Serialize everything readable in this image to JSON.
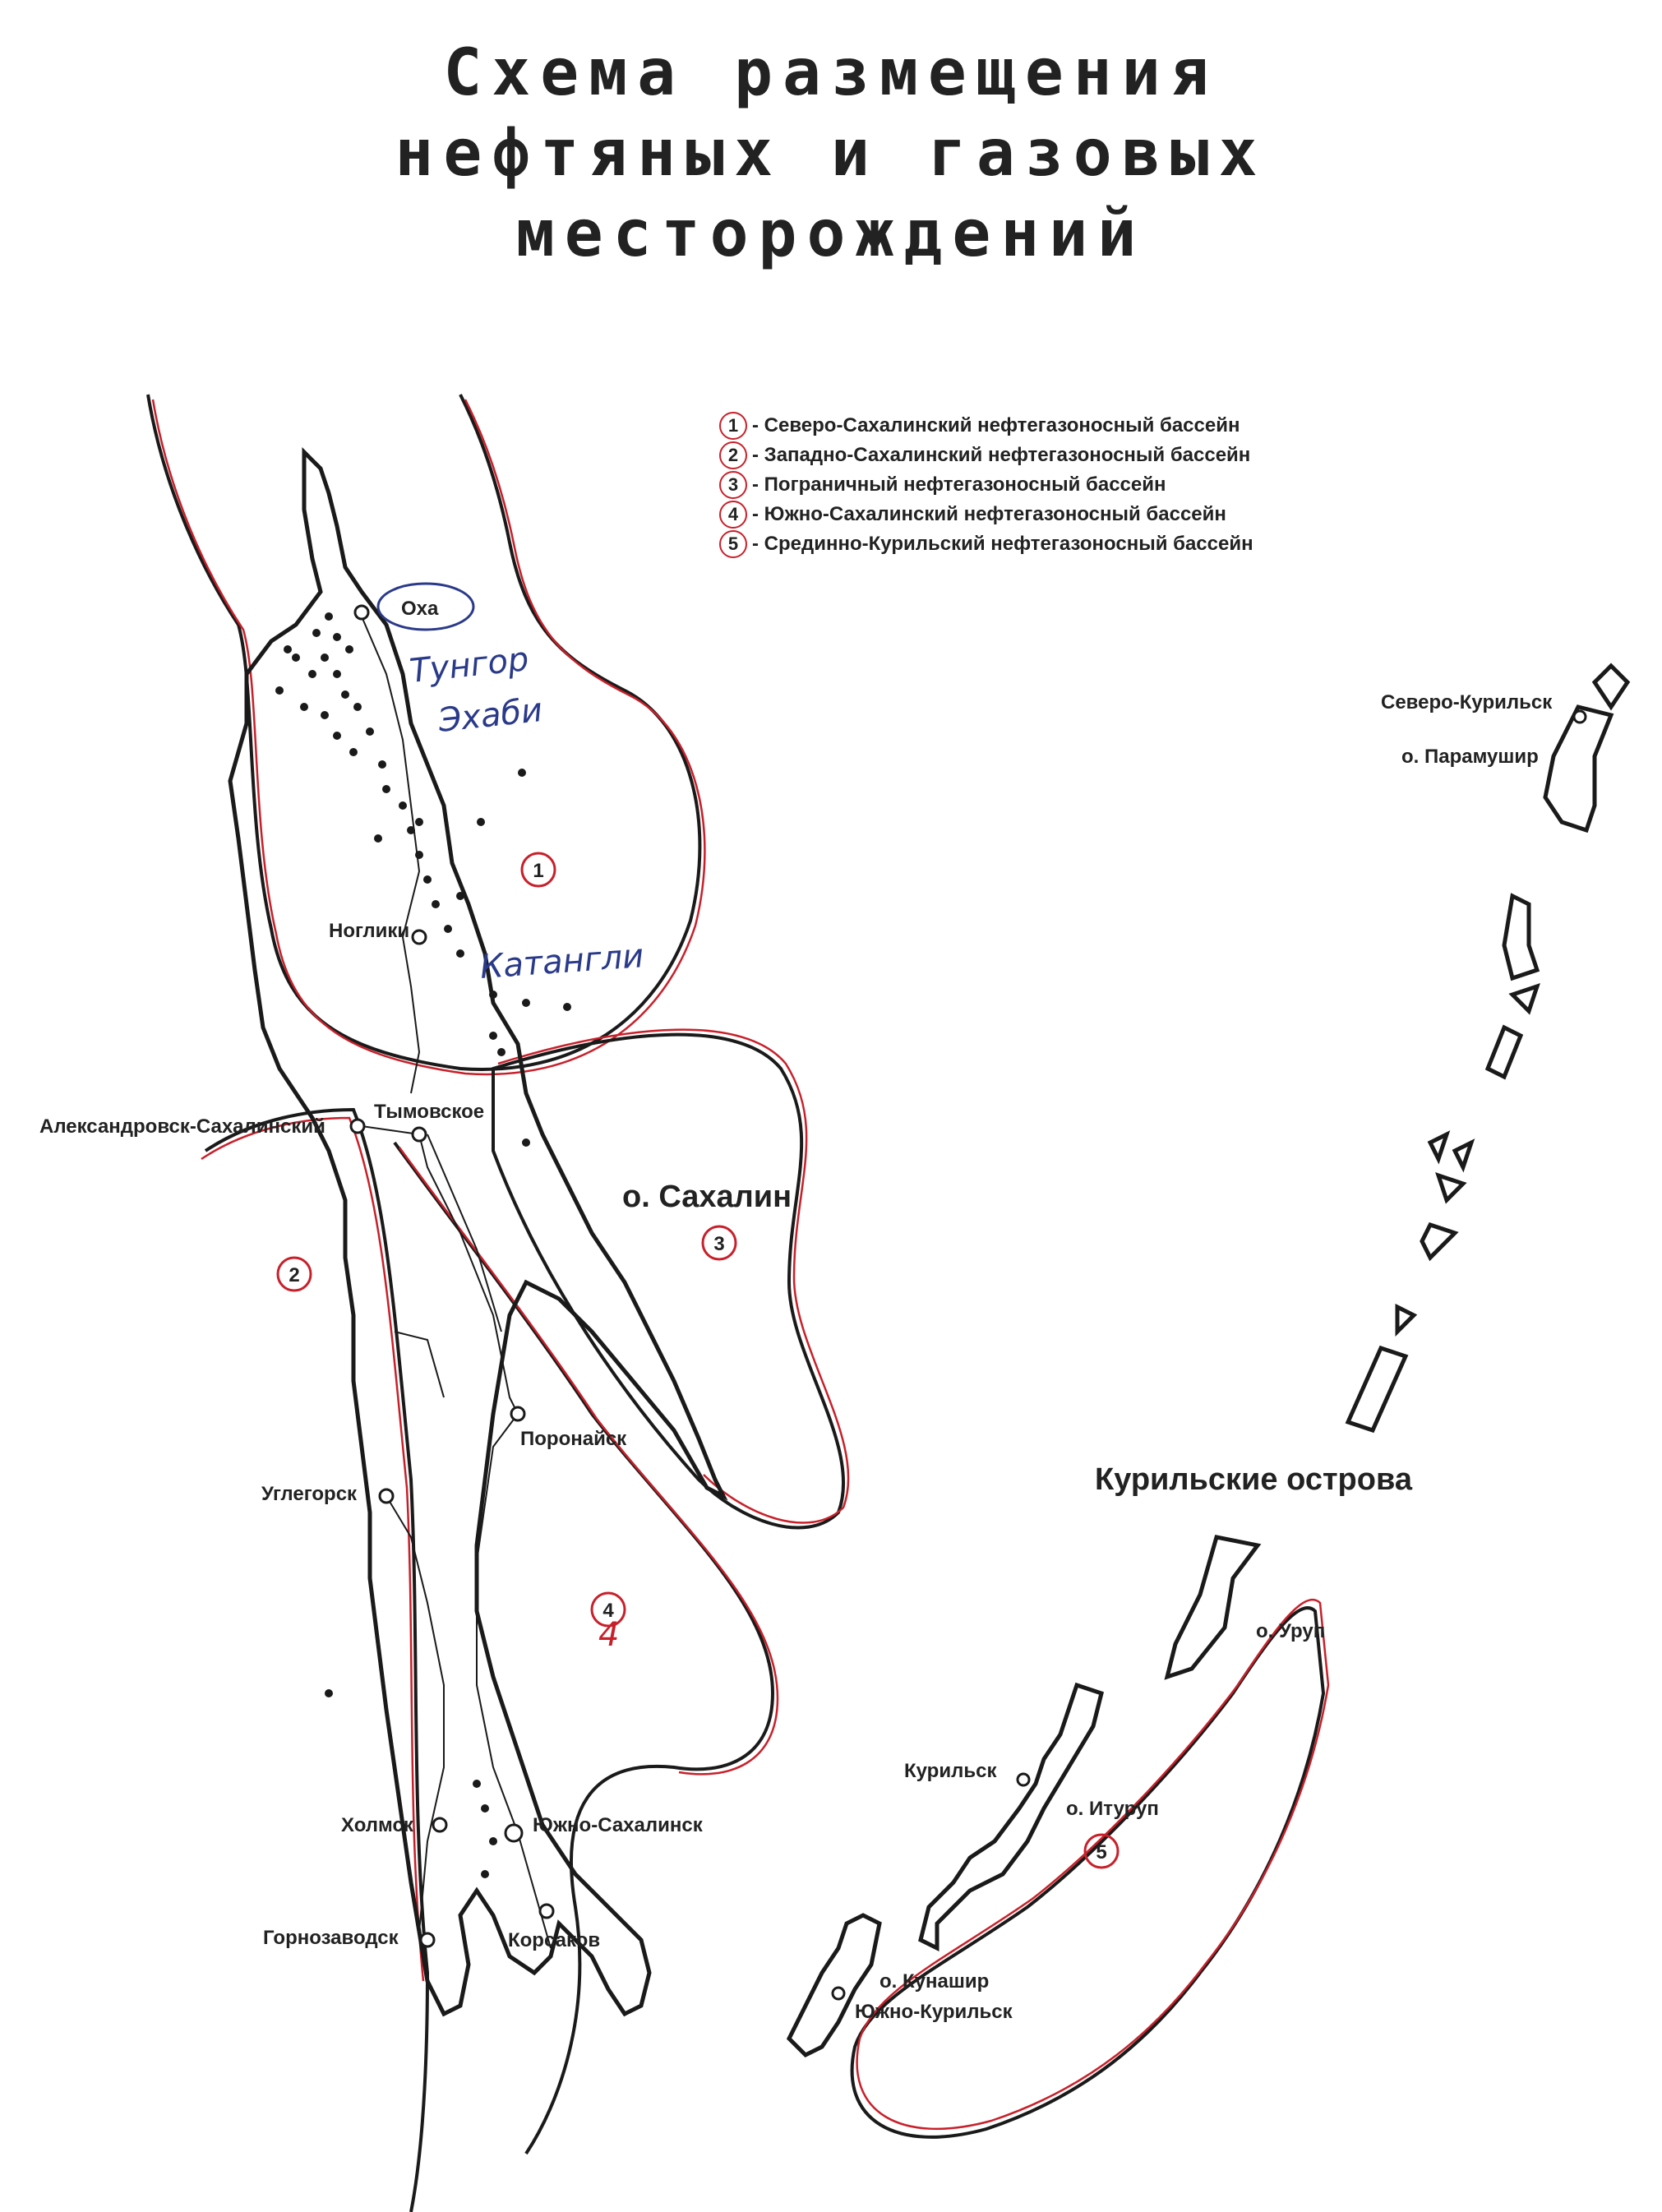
{
  "title": {
    "line1": "Схема размещения",
    "line2": "нефтяных и газовых",
    "line3": "месторождений"
  },
  "legend": [
    {
      "num": "1",
      "label": "- Северо-Сахалинский нефтегазоносный бассейн"
    },
    {
      "num": "2",
      "label": "- Западно-Сахалинский нефтегазоносный бассейн"
    },
    {
      "num": "3",
      "label": "- Пограничный нефтегазоносный бассейн"
    },
    {
      "num": "4",
      "label": "- Южно-Сахалинский нефтегазоносный бассейн"
    },
    {
      "num": "5",
      "label": "- Срединно-Курильский нефтегазоносный бассейн"
    }
  ],
  "places": {
    "okha": "Оха",
    "nogliki": "Ноглики",
    "aleksandrovsk": "Александровск-Сахалинский",
    "tymovskoe": "Тымовское",
    "sakhalin": "о. Сахалин",
    "poronaysk": "Поронайск",
    "uglegorsk": "Углегорск",
    "kholmsk": "Холмск",
    "yuzhno_sakhalinsk": "Южно-Сахалинск",
    "gornozavodsk": "Горнозаводск",
    "korsakov": "Корсаков",
    "severo_kurilsk": "Северо-Курильск",
    "paramushir": "о. Парамушир",
    "kurilskie": "Курильские острова",
    "urup": "о. Уруп",
    "kurilsk": "Курильск",
    "iturup": "о. Итуруп",
    "kunashir": "о. Кунашир",
    "yuzhno_kurilsk": "Южно-Курильск"
  },
  "handwritten": {
    "tungor": "Тунгор",
    "ekhabi": "Эхаби",
    "katangli": "Катангли",
    "four": "4"
  },
  "basin_markers": [
    "1",
    "2",
    "3",
    "4",
    "5"
  ],
  "colors": {
    "outline": "#1a1a1a",
    "basin": "#c8202a",
    "handwriting": "#2a3a8a"
  }
}
